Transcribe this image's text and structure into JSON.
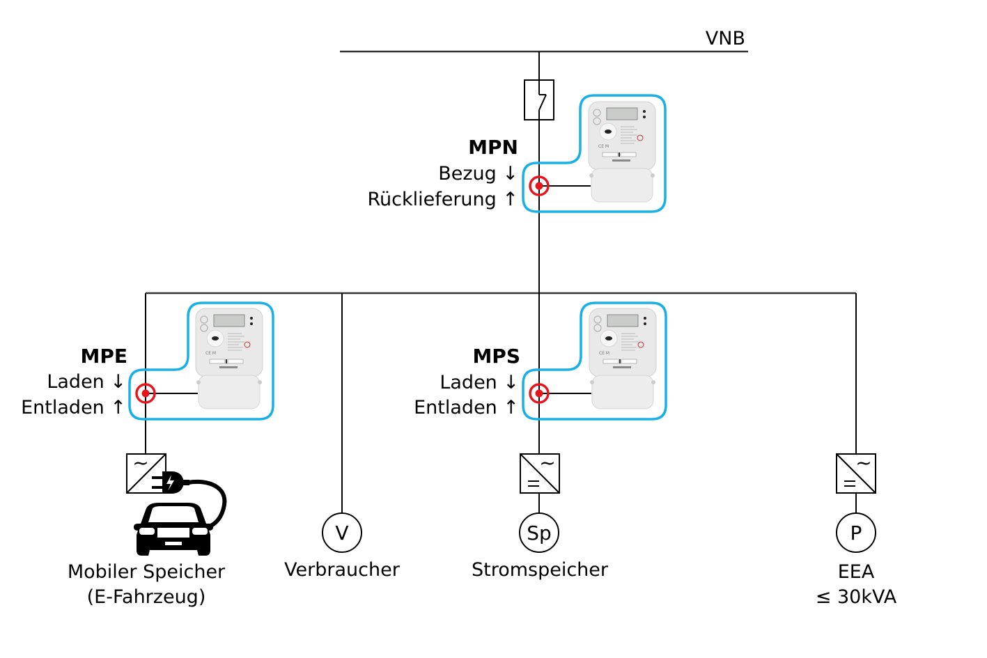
{
  "grid": {
    "label": "VNB"
  },
  "colors": {
    "outline": "#1AB0E6",
    "measuring_point": "#E8141B",
    "line": "#000000",
    "meter_body": "#E6E6E6"
  },
  "meters": [
    {
      "id": "mpn",
      "title": "MPN",
      "line1": "Bezug ↓",
      "line2": "Rücklieferung ↑"
    },
    {
      "id": "mpe",
      "title": "MPE",
      "line1": "Laden ↓",
      "line2": "Entladen ↑"
    },
    {
      "id": "mps",
      "title": "MPS",
      "line1": "Laden ↓",
      "line2": "Entladen ↑"
    }
  ],
  "components": [
    {
      "id": "ev",
      "symbol": "",
      "label_line1": "Mobiler Speicher",
      "label_line2": "(E-Fahrzeug)",
      "converter": "AC-AC/plug"
    },
    {
      "id": "consumer",
      "symbol": "V",
      "label_line1": "Verbraucher",
      "label_line2": ""
    },
    {
      "id": "storage",
      "symbol": "Sp",
      "label_line1": "Stromspeicher",
      "label_line2": "",
      "converter": "AC/DC"
    },
    {
      "id": "generation",
      "symbol": "P",
      "label_line1": "EEA",
      "label_line2": "≤ 30kVA",
      "converter": "AC/DC"
    }
  ],
  "converter_glyphs": {
    "ac": "~",
    "dc": "="
  }
}
